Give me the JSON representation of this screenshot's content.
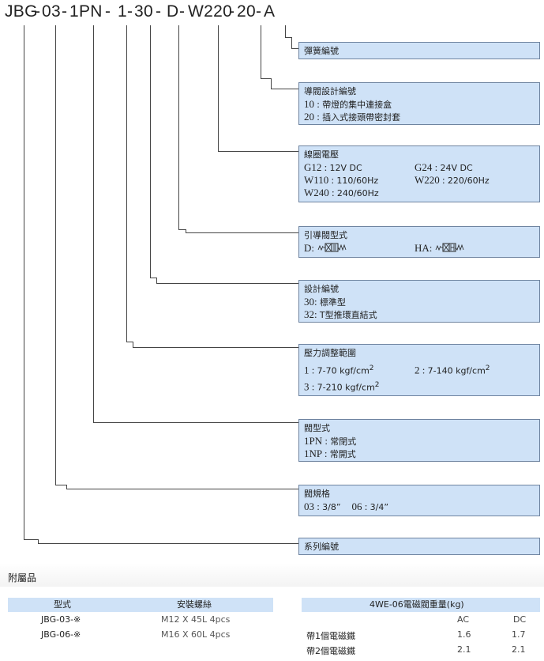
{
  "model_code": {
    "segments": [
      "JBG",
      "-",
      "03",
      "-",
      "1PN",
      "-",
      "1",
      "-",
      "30",
      "-",
      "D",
      "-",
      "W220",
      "-",
      "20",
      "-",
      "A"
    ]
  },
  "boxes": {
    "spring": {
      "title": "彈簧編號"
    },
    "pilot_design": {
      "title": "導閥設計編號",
      "rows": [
        {
          "key": "10",
          "text": "帶燈的集中連接盒"
        },
        {
          "key": "20",
          "text": "插入式接頭帶密封套"
        }
      ]
    },
    "coil": {
      "title": "線圈電壓",
      "rows": [
        {
          "k1": "G12",
          "v1": "12V DC",
          "k2": "G24",
          "v2": "24V DC"
        },
        {
          "k1": "W110",
          "v1": "110/60Hz",
          "k2": "W220",
          "v2": "220/60Hz"
        },
        {
          "k1": "W240",
          "v1": "240/60Hz"
        }
      ]
    },
    "pilot_type": {
      "title": "引導閥型式",
      "d_label": "D:",
      "ha_label": "HA:"
    },
    "design": {
      "title": "設計編號",
      "rows": [
        {
          "key": "30",
          "text": "標準型"
        },
        {
          "key": "32",
          "text": "T型推環直結式"
        }
      ]
    },
    "pressure": {
      "title": "壓力調整範圍",
      "r1_k1": "1",
      "r1_v1": "7-70 kgf/cm",
      "r1_k2": "2",
      "r1_v2": "7-140 kgf/cm",
      "r2_k1": "3",
      "r2_v1": "7-210 kgf/cm",
      "sup": "2"
    },
    "valve_type": {
      "title": "閥型式",
      "rows": [
        {
          "key": "1PN",
          "text": "常閉式"
        },
        {
          "key": "1NP",
          "text": "常開式"
        }
      ]
    },
    "valve_size": {
      "title": "閥規格",
      "k1": "03",
      "v1": "3/8”",
      "k2": "06",
      "v2": "3/4”"
    },
    "series": {
      "title": "系列編號"
    }
  },
  "accessories": {
    "title": "附屬品",
    "table1": {
      "headers": [
        "型式",
        "安裝螺絲"
      ],
      "rows": [
        [
          "JBG-03-※",
          "M12 X 45L 4pcs"
        ],
        [
          "JBG-06-※",
          "M16 X 60L 4pcs"
        ]
      ]
    },
    "table2": {
      "title": "4WE-06電磁閥重量(kg)",
      "headers": [
        "",
        "AC",
        "DC"
      ],
      "rows": [
        [
          "帶1個電磁鐵",
          "1.6",
          "1.7"
        ],
        [
          "帶2個電磁鐵",
          "2.1",
          "2.1"
        ]
      ]
    }
  },
  "colors": {
    "box_fill": "#cfe2f7",
    "box_border": "#6f84a0",
    "line": "#444444"
  }
}
